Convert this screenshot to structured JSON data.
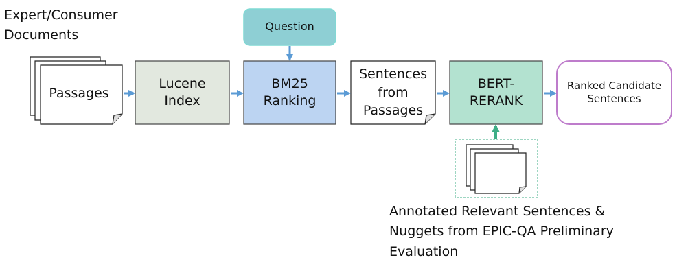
{
  "source": {
    "title": "Expert/Consumer\nDocuments",
    "passages_label": "Passages"
  },
  "question": {
    "label": "Question"
  },
  "lucene": {
    "label": "Lucene\nIndex"
  },
  "bm25": {
    "label": "BM25\nRanking"
  },
  "sentences": {
    "label": "Sentences\nfrom\nPassages"
  },
  "bert": {
    "label": "BERT-\nRERANK"
  },
  "output": {
    "label": "Ranked Candidate\nSentences"
  },
  "annotated": {
    "label": "Annotated Relevant Sentences &\nNuggets from EPIC-QA Preliminary\nEvaluation"
  },
  "colors": {
    "question_fill": "#8ECFD4",
    "question_stroke": "#7fdad4",
    "lucene_fill": "#E2E8DF",
    "bm25_fill": "#BCD4F2",
    "bert_fill": "#B3E2D0",
    "output_stroke": "#BE7CCB",
    "arrow_blue": "#5B9BD5",
    "arrow_green": "#3DAE86"
  }
}
